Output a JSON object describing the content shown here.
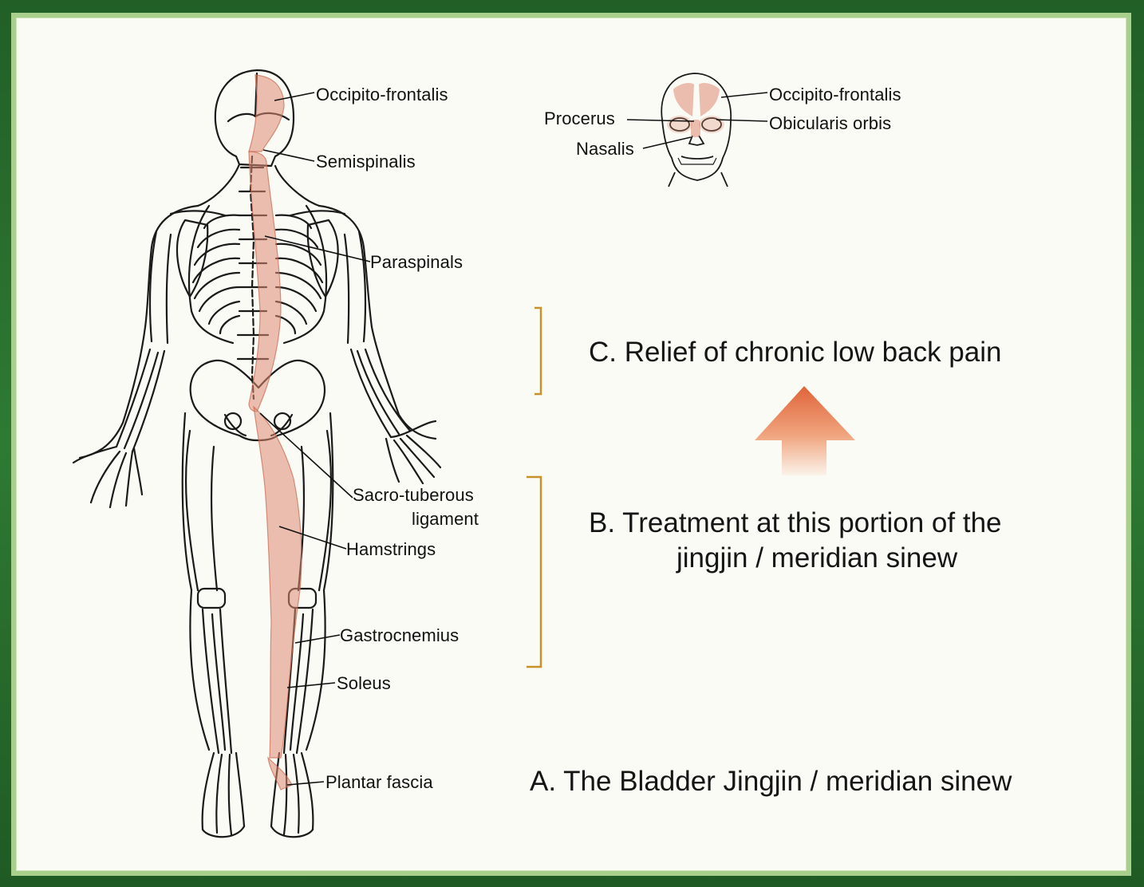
{
  "colors": {
    "frame": "#2a6e2f",
    "panel_border": "#a9cf8c",
    "muscle": "#d9826a",
    "bracket": "#c8902a",
    "arrow": "#e4784a"
  },
  "body_labels": {
    "occipito_frontalis": "Occipito-frontalis",
    "semispinalis": "Semispinalis",
    "paraspinals": "Paraspinals",
    "sacro_tuberous_line1": "Sacro-tuberous",
    "sacro_tuberous_line2": "ligament",
    "hamstrings": "Hamstrings",
    "gastrocnemius": "Gastrocnemius",
    "soleus": "Soleus",
    "plantar_fascia": "Plantar fascia"
  },
  "face_labels": {
    "procerus": "Procerus",
    "nasalis": "Nasalis",
    "occipito_frontalis": "Occipito-frontalis",
    "obicularis_orbis": "Obicularis orbis"
  },
  "captions": {
    "c": "C. Relief of chronic low back pain",
    "b_line1": "B. Treatment at this portion of the",
    "b_line2": "jingjin / meridian sinew",
    "a": "A. The Bladder Jingjin / meridian sinew"
  },
  "icons": [
    "up-arrow-icon",
    "skeleton-illustration",
    "face-illustration"
  ]
}
